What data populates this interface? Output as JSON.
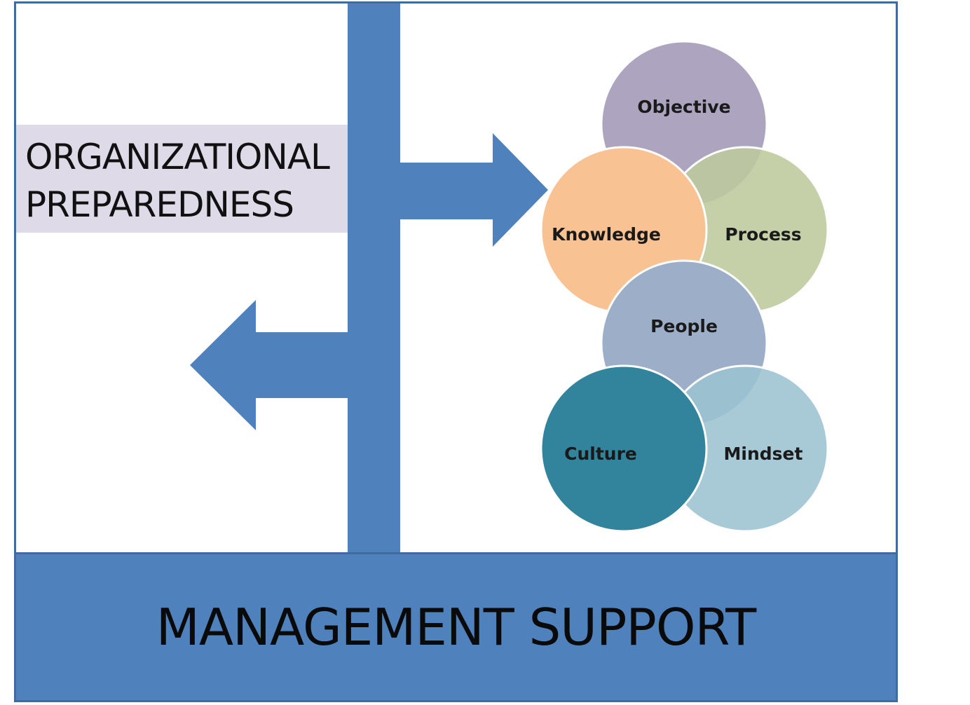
{
  "diagram": {
    "title_line1": "ORGANIZATIONAL",
    "title_line2": "PREPAREDNESS",
    "footer_label": "MANAGEMENT SUPPORT",
    "circles": {
      "objective": "Objective",
      "knowledge": "Knowledge",
      "process": "Process",
      "people": "People",
      "culture": "Culture",
      "mindset": "Mindset"
    },
    "colors": {
      "arrow": "#4f81bd",
      "objective": "#ada5c0",
      "knowledge": "#f9c293",
      "process": "#bdc99c",
      "people": "#9caec8",
      "culture": "#31849b",
      "mindset": "#9bc3d0",
      "title_box": "#dedae8"
    }
  }
}
